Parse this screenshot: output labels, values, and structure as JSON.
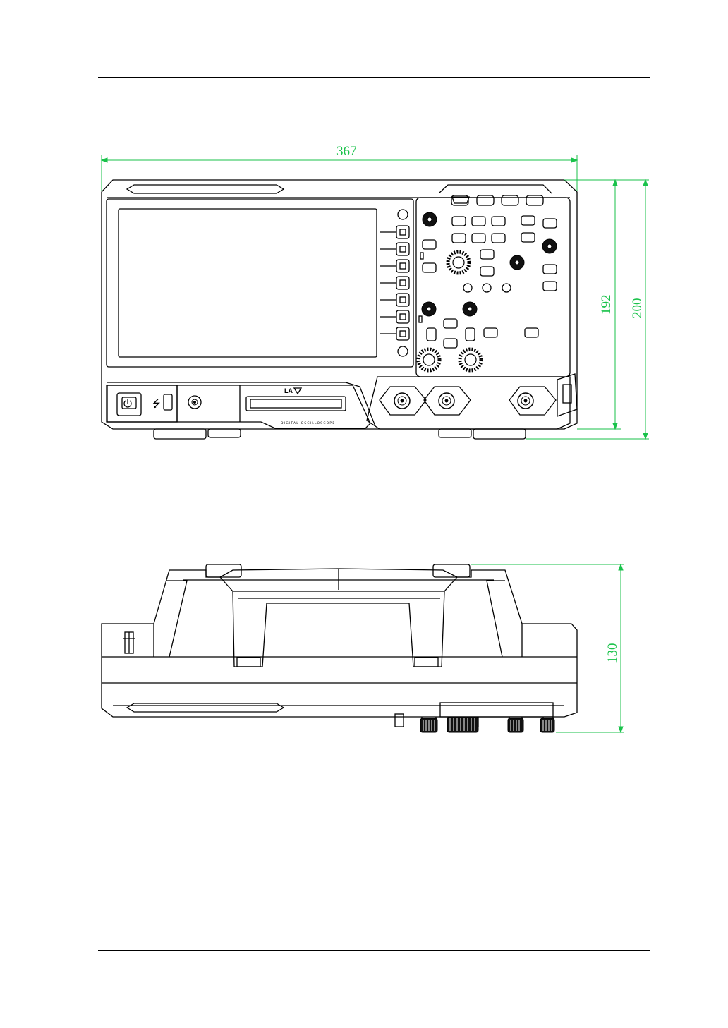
{
  "dimensions": {
    "width_label": "367",
    "height_inner_label": "192",
    "height_outer_label": "200",
    "depth_label": "130"
  },
  "labels": {
    "la": "LA",
    "brand_strip": "DIGITAL OSCILLOSCOPE"
  },
  "colors": {
    "dimension": "#19c24a",
    "outline": "#000000"
  }
}
